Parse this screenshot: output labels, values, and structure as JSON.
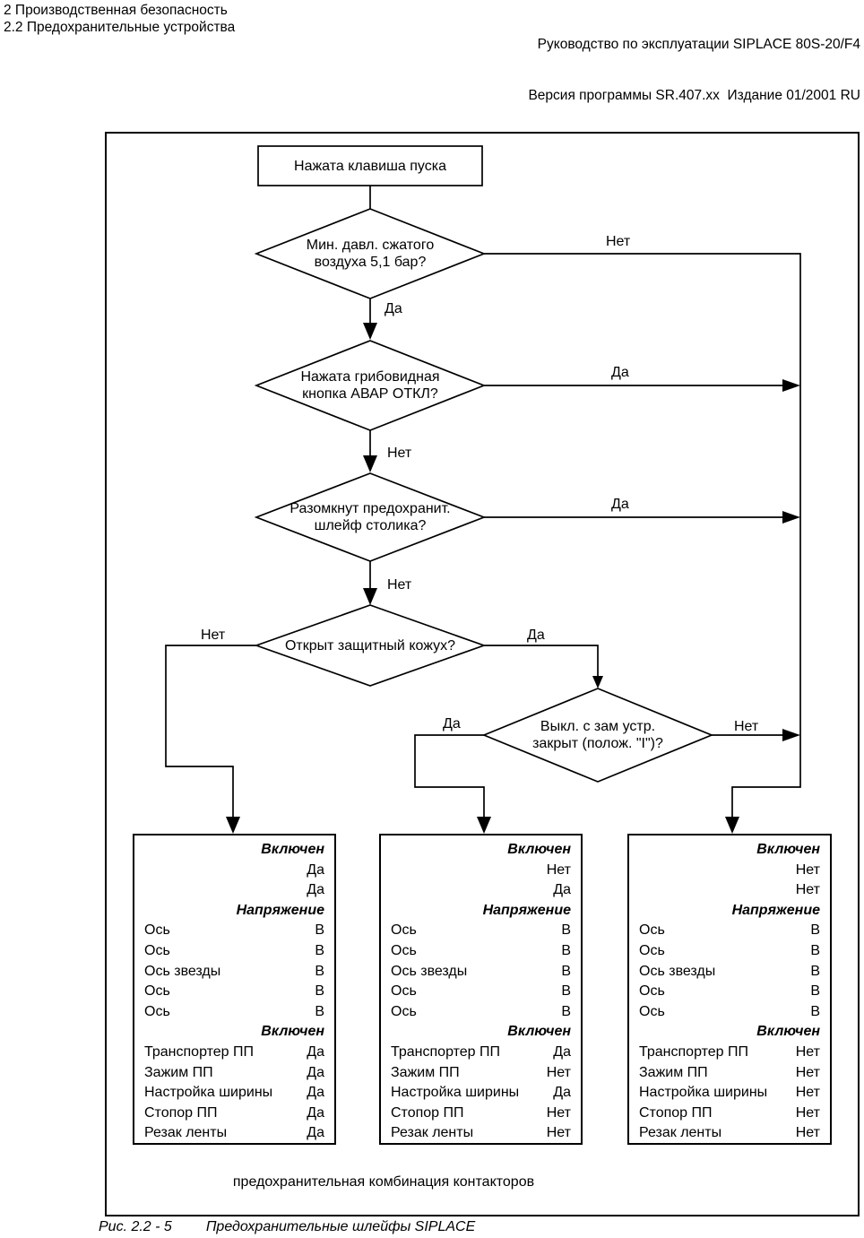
{
  "header": {
    "left_line1": "2 Производственная безопасность",
    "left_line2": "2.2 Предохранительные устройства",
    "right_line1": "Руководство по эксплуатации SIPLACE 80S-20/F4",
    "right_line2": "Версия программы SR.407.xx  Издание 01/2001 RU"
  },
  "flow": {
    "start": "Нажата клавиша пуска",
    "yes": "Да",
    "no": "Нет",
    "d1": {
      "line1": "Мин. давл. сжатого",
      "line2": "воздуха 5,1 бар?"
    },
    "d2": {
      "line1": "Нажата грибовидная",
      "line2": "кнопка АВАР ОТКЛ?"
    },
    "d3": {
      "line1": "Разомкнут предохранит.",
      "line2": "шлейф столика?"
    },
    "d4": {
      "line1": "Открыт защитный кожух?"
    },
    "d5": {
      "line1": "Выкл. с зам устр.",
      "line2": "закрыт (полож. \"I\")?"
    },
    "caption": "предохранительная комбинация контакторов"
  },
  "tables": [
    {
      "rows": [
        {
          "label": "",
          "value": "Включен",
          "header": true
        },
        {
          "label": "",
          "value": "Да"
        },
        {
          "label": "",
          "value": "Да"
        },
        {
          "label": "",
          "value": "Напряжение",
          "header": true
        },
        {
          "label": "Ось",
          "value": "В"
        },
        {
          "label": "Ось",
          "value": "В"
        },
        {
          "label": "Ось звезды",
          "value": "В"
        },
        {
          "label": "Ось",
          "value": "В"
        },
        {
          "label": "Ось",
          "value": "В"
        },
        {
          "label": "",
          "value": "Включен",
          "header": true
        },
        {
          "label": "Транспортер ПП",
          "value": "Да"
        },
        {
          "label": "Зажим ПП",
          "value": "Да"
        },
        {
          "label": "Настройка ширины",
          "value": "Да"
        },
        {
          "label": "Стопор ПП",
          "value": "Да"
        },
        {
          "label": "Резак ленты",
          "value": "Да"
        }
      ]
    },
    {
      "rows": [
        {
          "label": "",
          "value": "Включен",
          "header": true
        },
        {
          "label": "",
          "value": "Нет"
        },
        {
          "label": "",
          "value": "Да"
        },
        {
          "label": "",
          "value": "Напряжение",
          "header": true
        },
        {
          "label": "Ось",
          "value": "В"
        },
        {
          "label": "Ось",
          "value": "В"
        },
        {
          "label": "Ось звезды",
          "value": "В"
        },
        {
          "label": "Ось",
          "value": "В"
        },
        {
          "label": "Ось",
          "value": "В"
        },
        {
          "label": "",
          "value": "Включен",
          "header": true
        },
        {
          "label": "Транспортер ПП",
          "value": "Да"
        },
        {
          "label": "Зажим ПП",
          "value": "Нет"
        },
        {
          "label": "Настройка ширины",
          "value": "Да"
        },
        {
          "label": "Стопор ПП",
          "value": "Нет"
        },
        {
          "label": "Резак ленты",
          "value": "Нет"
        }
      ]
    },
    {
      "rows": [
        {
          "label": "",
          "value": "Включен",
          "header": true
        },
        {
          "label": "",
          "value": "Нет"
        },
        {
          "label": "",
          "value": "Нет"
        },
        {
          "label": "",
          "value": "Напряжение",
          "header": true
        },
        {
          "label": "Ось",
          "value": "В"
        },
        {
          "label": "Ось",
          "value": "В"
        },
        {
          "label": "Ось звезды",
          "value": "В"
        },
        {
          "label": "Ось",
          "value": "В"
        },
        {
          "label": "Ось",
          "value": "В"
        },
        {
          "label": "",
          "value": "Включен",
          "header": true
        },
        {
          "label": "Транспортер ПП",
          "value": "Нет"
        },
        {
          "label": "Зажим ПП",
          "value": "Нет"
        },
        {
          "label": "Настройка ширины",
          "value": "Нет"
        },
        {
          "label": "Стопор ПП",
          "value": "Нет"
        },
        {
          "label": "Резак ленты",
          "value": "Нет"
        }
      ]
    }
  ],
  "figure": {
    "label": "Рис. 2.2 - 5",
    "title": "Предохранительные шлейфы SIPLACE"
  }
}
